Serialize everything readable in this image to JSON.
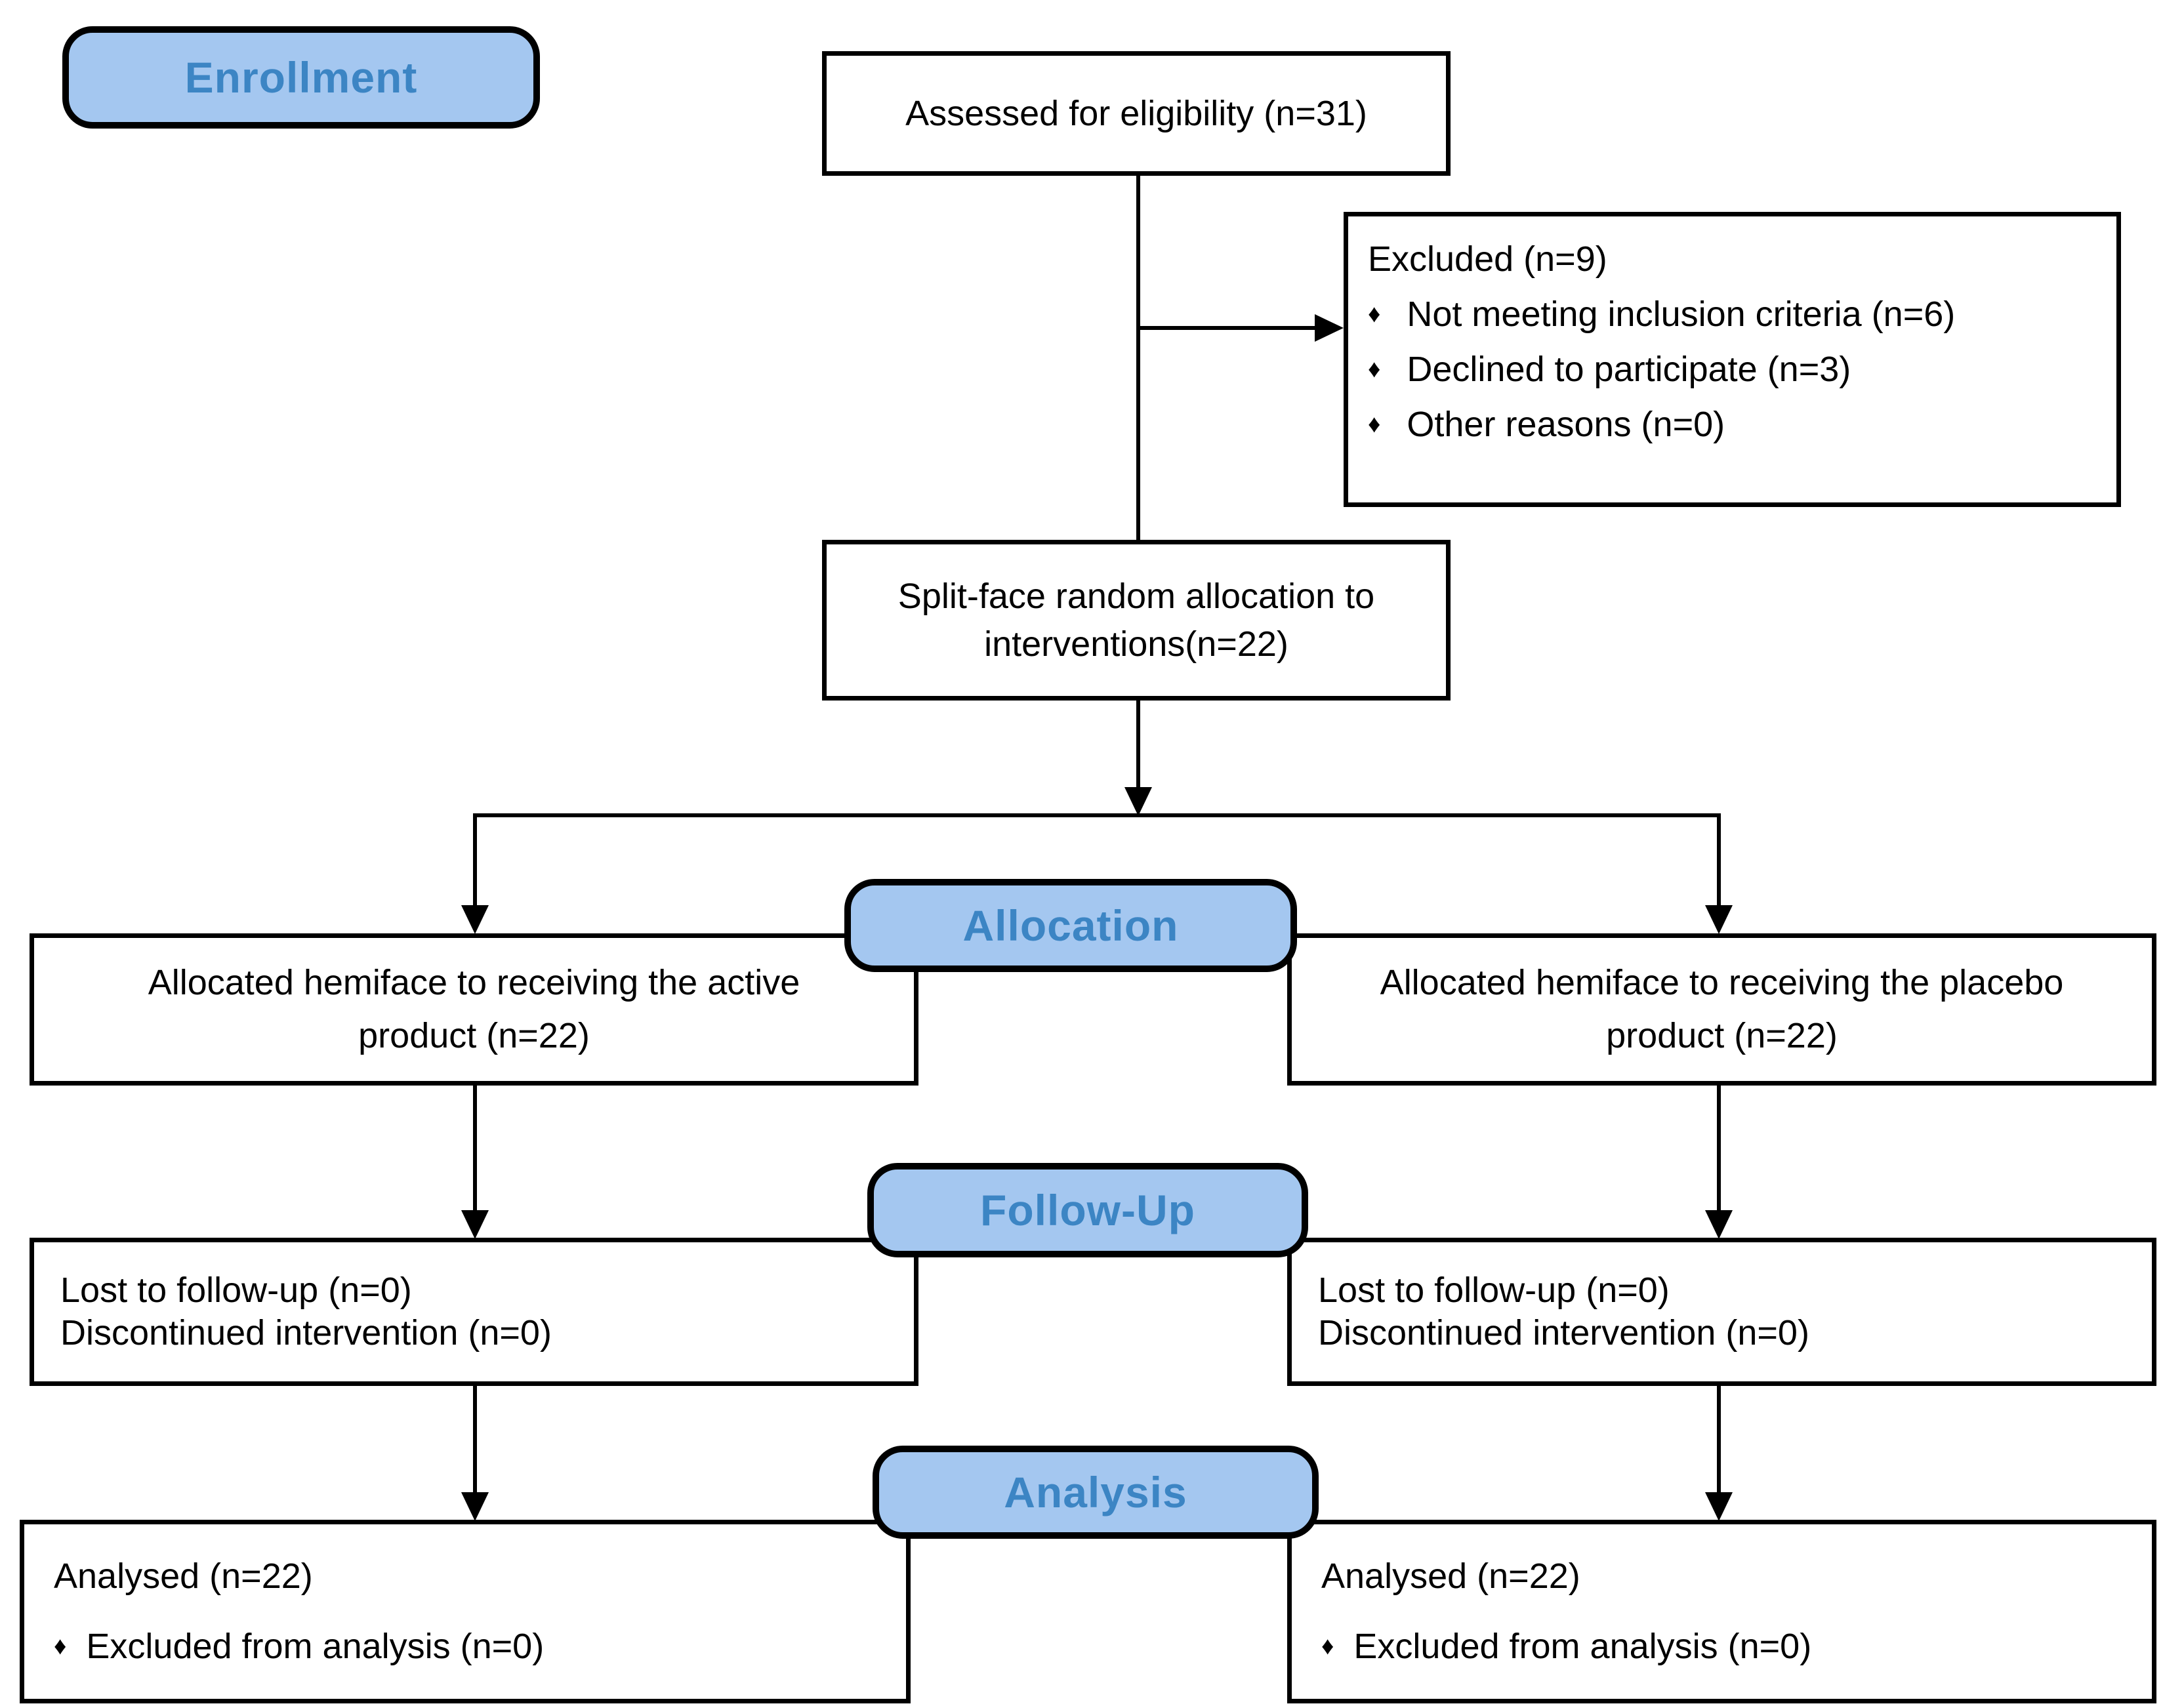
{
  "stages": {
    "enrollment": "Enrollment",
    "allocation": "Allocation",
    "followup": "Follow-Up",
    "analysis": "Analysis"
  },
  "bullet": "♦",
  "assessed": {
    "text": "Assessed for eligibility (n=31)"
  },
  "excluded": {
    "title": "Excluded (n=9)",
    "items": [
      "Not meeting inclusion criteria (n=6)",
      "Declined to participate (n=3)",
      "Other reasons (n=0)"
    ]
  },
  "randomized": {
    "line1": "Split-face random allocation to",
    "line2": "interventions(n=22)"
  },
  "allocated_active": {
    "line1": "Allocated hemiface to receiving the active",
    "line2": "product (n=22)"
  },
  "allocated_placebo": {
    "line1": "Allocated hemiface to receiving the placebo",
    "line2": "product (n=22)"
  },
  "followup_active": {
    "line1": "Lost to follow-up (n=0)",
    "line2": "Discontinued intervention (n=0)"
  },
  "followup_placebo": {
    "line1": "Lost to follow-up (n=0)",
    "line2": "Discontinued intervention (n=0)"
  },
  "analysis_active": {
    "line1": "Analysed (n=22)",
    "line2": "Excluded from analysis (n=0)"
  },
  "analysis_placebo": {
    "line1": "Analysed (n=22)",
    "line2": "Excluded from analysis (n=0)"
  },
  "colors": {
    "stage_fill": "#a4c7f0",
    "stage_text": "#3c85c4",
    "border": "#000000",
    "background": "#ffffff"
  }
}
